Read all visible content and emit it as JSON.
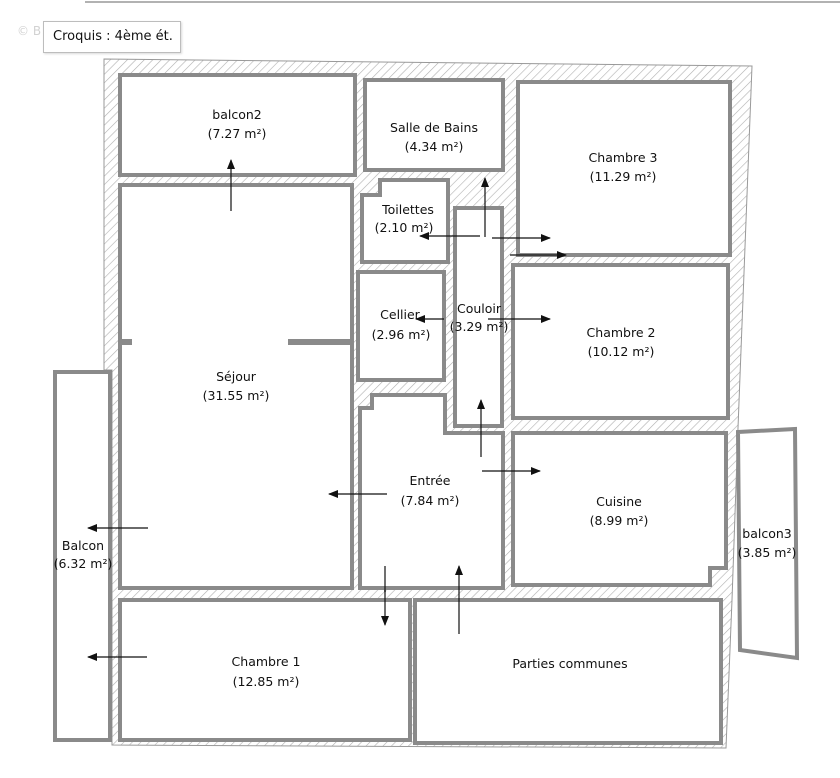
{
  "title": "Croquis : 4ème ét.",
  "watermark": "© B",
  "colors": {
    "wall": "#8a8a8a",
    "hatch": "#b0b0b0",
    "arrow": "#111111",
    "background": "#ffffff"
  },
  "rooms": {
    "balcon2": {
      "name": "balcon2",
      "area": "(7.27 m²)"
    },
    "salle_de_bains": {
      "name": "Salle de Bains",
      "area": "(4.34 m²)"
    },
    "chambre3": {
      "name": "Chambre  3",
      "area": "(11.29 m²)"
    },
    "toilettes": {
      "name": "Toilettes",
      "area": "(2.10 m²)"
    },
    "cellier": {
      "name": "Cellier",
      "area": "(2.96 m²)"
    },
    "couloir": {
      "name": "Couloir",
      "area": "(3.29 m²)"
    },
    "chambre2": {
      "name": "Chambre  2",
      "area": "(10.12 m²)"
    },
    "sejour": {
      "name": "Séjour",
      "area": "(31.55 m²)"
    },
    "entree": {
      "name": "Entrée",
      "area": "(7.84 m²)"
    },
    "cuisine": {
      "name": "Cuisine",
      "area": "(8.99 m²)"
    },
    "balcon": {
      "name": "Balcon",
      "area": "(6.32 m²)"
    },
    "balcon3": {
      "name": "balcon3",
      "area": "(3.85 m²)"
    },
    "chambre1": {
      "name": "Chambre  1",
      "area": "(12.85 m²)"
    },
    "parties_communes": {
      "name": "Parties communes"
    }
  }
}
